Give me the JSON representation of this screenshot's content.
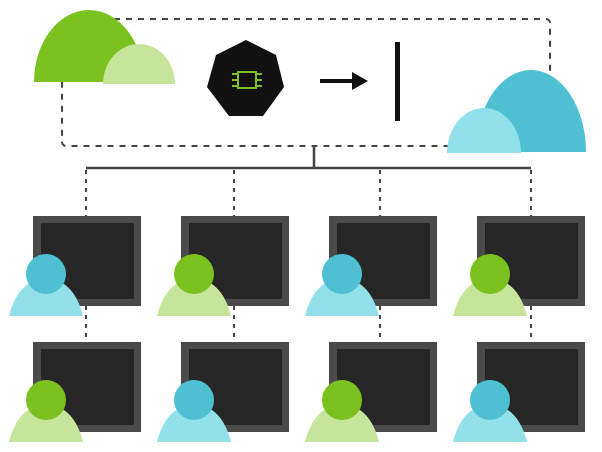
{
  "diagram": {
    "central_icon": "heptagon-chip-icon",
    "arrow_icon": "arrow-right-icon",
    "cursor_icon": "text-cursor-bar-icon",
    "left_cloud_icon": "cloud-icon",
    "right_cloud_icon": "cloud-icon",
    "workstation_icon": "monitor-icon",
    "user_icon": "user-avatar-icon",
    "workstation_count": 8
  },
  "colors": {
    "green": "#7bc11f",
    "light_green": "#c6e59a",
    "teal": "#4fc0d2",
    "light_teal": "#92e0ea",
    "dark": "#111111",
    "monitor_frame": "#4a4a4a",
    "monitor_screen": "#262626",
    "line": "#444444"
  },
  "users": [
    {
      "row": 1,
      "col": 1,
      "color": "teal"
    },
    {
      "row": 1,
      "col": 2,
      "color": "green"
    },
    {
      "row": 1,
      "col": 3,
      "color": "teal"
    },
    {
      "row": 1,
      "col": 4,
      "color": "green"
    },
    {
      "row": 2,
      "col": 1,
      "color": "green"
    },
    {
      "row": 2,
      "col": 2,
      "color": "teal"
    },
    {
      "row": 2,
      "col": 3,
      "color": "green"
    },
    {
      "row": 2,
      "col": 4,
      "color": "teal"
    }
  ]
}
